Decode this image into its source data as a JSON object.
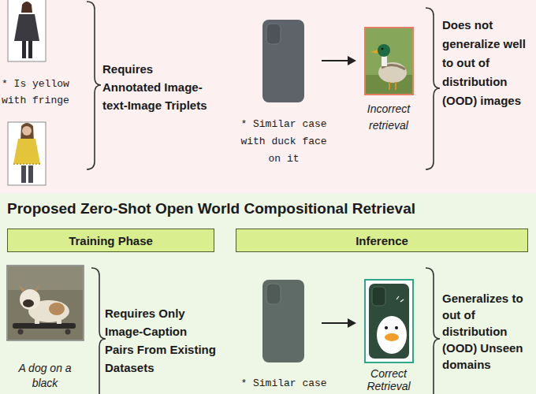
{
  "diagram": {
    "title": "Proposed Zero-Shot Open World Compositional Retrieval",
    "nodes": [
      {
        "text": [
          "Training Phase"
        ]
      },
      {
        "text": [
          "Inference"
        ]
      }
    ],
    "labels": [
      "* Is yellow with fringe",
      "Requires Annotated Image-text-Image Triplets",
      "* Similar case with duck face on it",
      "Incorrect retrieval",
      "Does not generalize well to out of distribution (OOD) images",
      "A dog on a black",
      "Requires Only Image-Caption Pairs From Existing Datasets",
      "* Similar case",
      "Correct Retrieval",
      "Generalizes to out of distribution (OOD) Unseen domains"
    ]
  }
}
